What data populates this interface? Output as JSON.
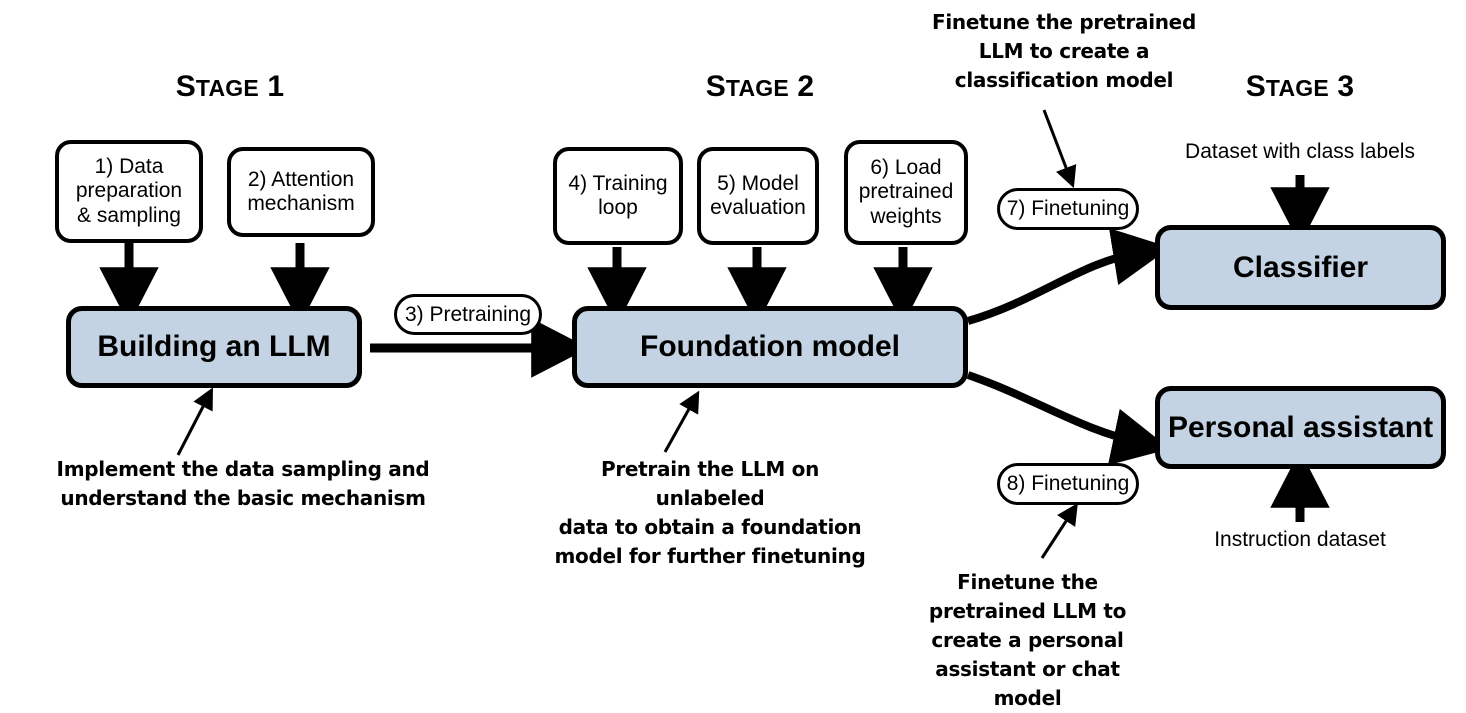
{
  "diagram": {
    "title_stages": [
      {
        "lead": "S",
        "rest": "TAGE",
        "num": " 1"
      },
      {
        "lead": "S",
        "rest": "TAGE",
        "num": " 2"
      },
      {
        "lead": "S",
        "rest": "TAGE",
        "num": " 3"
      }
    ],
    "stage1": {
      "header_lead": "S",
      "header_small": "TAGE",
      "header_num": " 1",
      "boxes": [
        {
          "id": "data-preparation-sampling",
          "lines": [
            "1) Data",
            "preparation",
            "& sampling"
          ]
        },
        {
          "id": "attention-mechanism",
          "lines": [
            "2) Attention",
            "mechanism"
          ]
        }
      ],
      "main_box": "Building an LLM",
      "note": [
        "Implement the data sampling and",
        "understand the basic mechanism"
      ]
    },
    "stage2": {
      "header_lead": "S",
      "header_small": "TAGE",
      "header_num": " 2",
      "boxes": [
        {
          "id": "training-loop",
          "lines": [
            "4) Training",
            "loop"
          ]
        },
        {
          "id": "model-evaluation",
          "lines": [
            "5) Model",
            "evaluation"
          ]
        },
        {
          "id": "load-pretrained-weights",
          "lines": [
            "6) Load",
            "pretrained",
            "weights"
          ]
        }
      ],
      "pretraining_pill": "3) Pretraining",
      "main_box": "Foundation model",
      "note": [
        "Pretrain the LLM on unlabeled",
        "data to obtain a foundation",
        "model for further finetuning"
      ]
    },
    "stage3": {
      "header_lead": "S",
      "header_small": "TAGE",
      "header_num": " 3",
      "finetune_pill_classifier": "7) Finetuning",
      "finetune_pill_assistant": "8) Finetuning",
      "classifier_box": "Classifier",
      "assistant_box": "Personal assistant",
      "classifier_input_label": "Dataset with class labels",
      "assistant_input_label": "Instruction dataset",
      "note_classifier": [
        "Finetune the pretrained",
        "LLM to create a",
        "classification model"
      ],
      "note_assistant": [
        "Finetune the",
        "pretrained LLM to",
        "create a personal",
        "assistant or chat model"
      ]
    },
    "colors": {
      "box_fill": "#c3d3e3",
      "stroke": "#000000",
      "background": "#ffffff"
    }
  }
}
